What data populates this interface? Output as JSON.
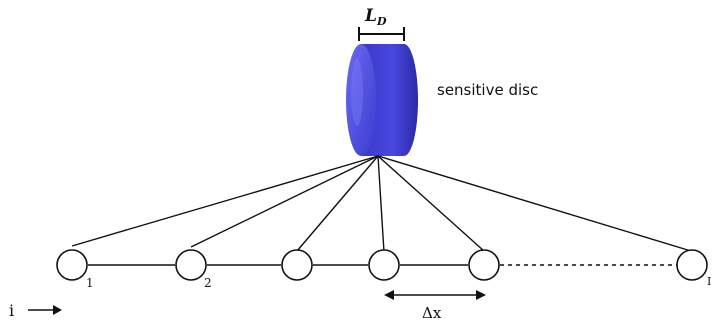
{
  "labels": {
    "disc_width": "L",
    "disc_width_sub": "D",
    "disc_name": "sensitive disc",
    "node_1": "1",
    "node_2": "2",
    "node_last": "I",
    "spacing": "Δx",
    "index": "i"
  },
  "colors": {
    "disc_front": "#4a4ae8",
    "disc_body": "#3a3ac8",
    "disc_shadow": "#14149a",
    "line": "#111111"
  }
}
